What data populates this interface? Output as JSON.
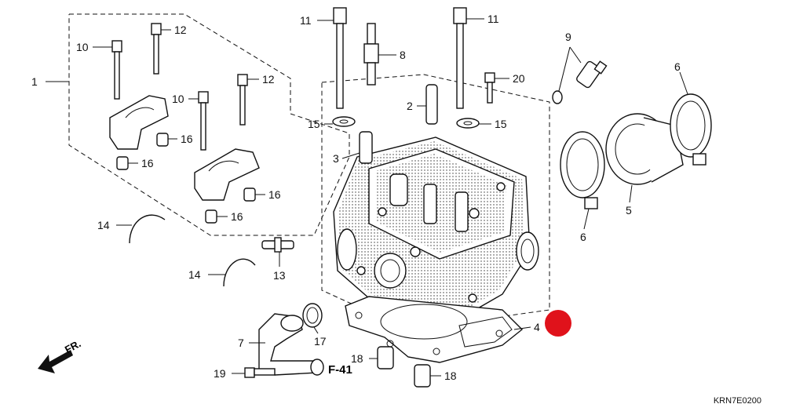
{
  "diagram": {
    "labels": [
      {
        "id": "1",
        "text": "1"
      },
      {
        "id": "2",
        "text": "2"
      },
      {
        "id": "3",
        "text": "3"
      },
      {
        "id": "4",
        "text": "4"
      },
      {
        "id": "5",
        "text": "5"
      },
      {
        "id": "6a",
        "text": "6"
      },
      {
        "id": "6b",
        "text": "6"
      },
      {
        "id": "7",
        "text": "7"
      },
      {
        "id": "8",
        "text": "8"
      },
      {
        "id": "9",
        "text": "9"
      },
      {
        "id": "10a",
        "text": "10"
      },
      {
        "id": "10b",
        "text": "10"
      },
      {
        "id": "11a",
        "text": "11"
      },
      {
        "id": "11b",
        "text": "11"
      },
      {
        "id": "12a",
        "text": "12"
      },
      {
        "id": "12b",
        "text": "12"
      },
      {
        "id": "13",
        "text": "13"
      },
      {
        "id": "14a",
        "text": "14"
      },
      {
        "id": "14b",
        "text": "14"
      },
      {
        "id": "15a",
        "text": "15"
      },
      {
        "id": "15b",
        "text": "15"
      },
      {
        "id": "16a",
        "text": "16"
      },
      {
        "id": "16b",
        "text": "16"
      },
      {
        "id": "16c",
        "text": "16"
      },
      {
        "id": "16d",
        "text": "16"
      },
      {
        "id": "17",
        "text": "17"
      },
      {
        "id": "18a",
        "text": "18"
      },
      {
        "id": "18b",
        "text": "18"
      },
      {
        "id": "19",
        "text": "19"
      },
      {
        "id": "20",
        "text": "20"
      }
    ],
    "forward_label": "FR.",
    "reference_label": "F-41",
    "drawing_code": "KRN7E0200",
    "marker_color": "#e0121b"
  }
}
